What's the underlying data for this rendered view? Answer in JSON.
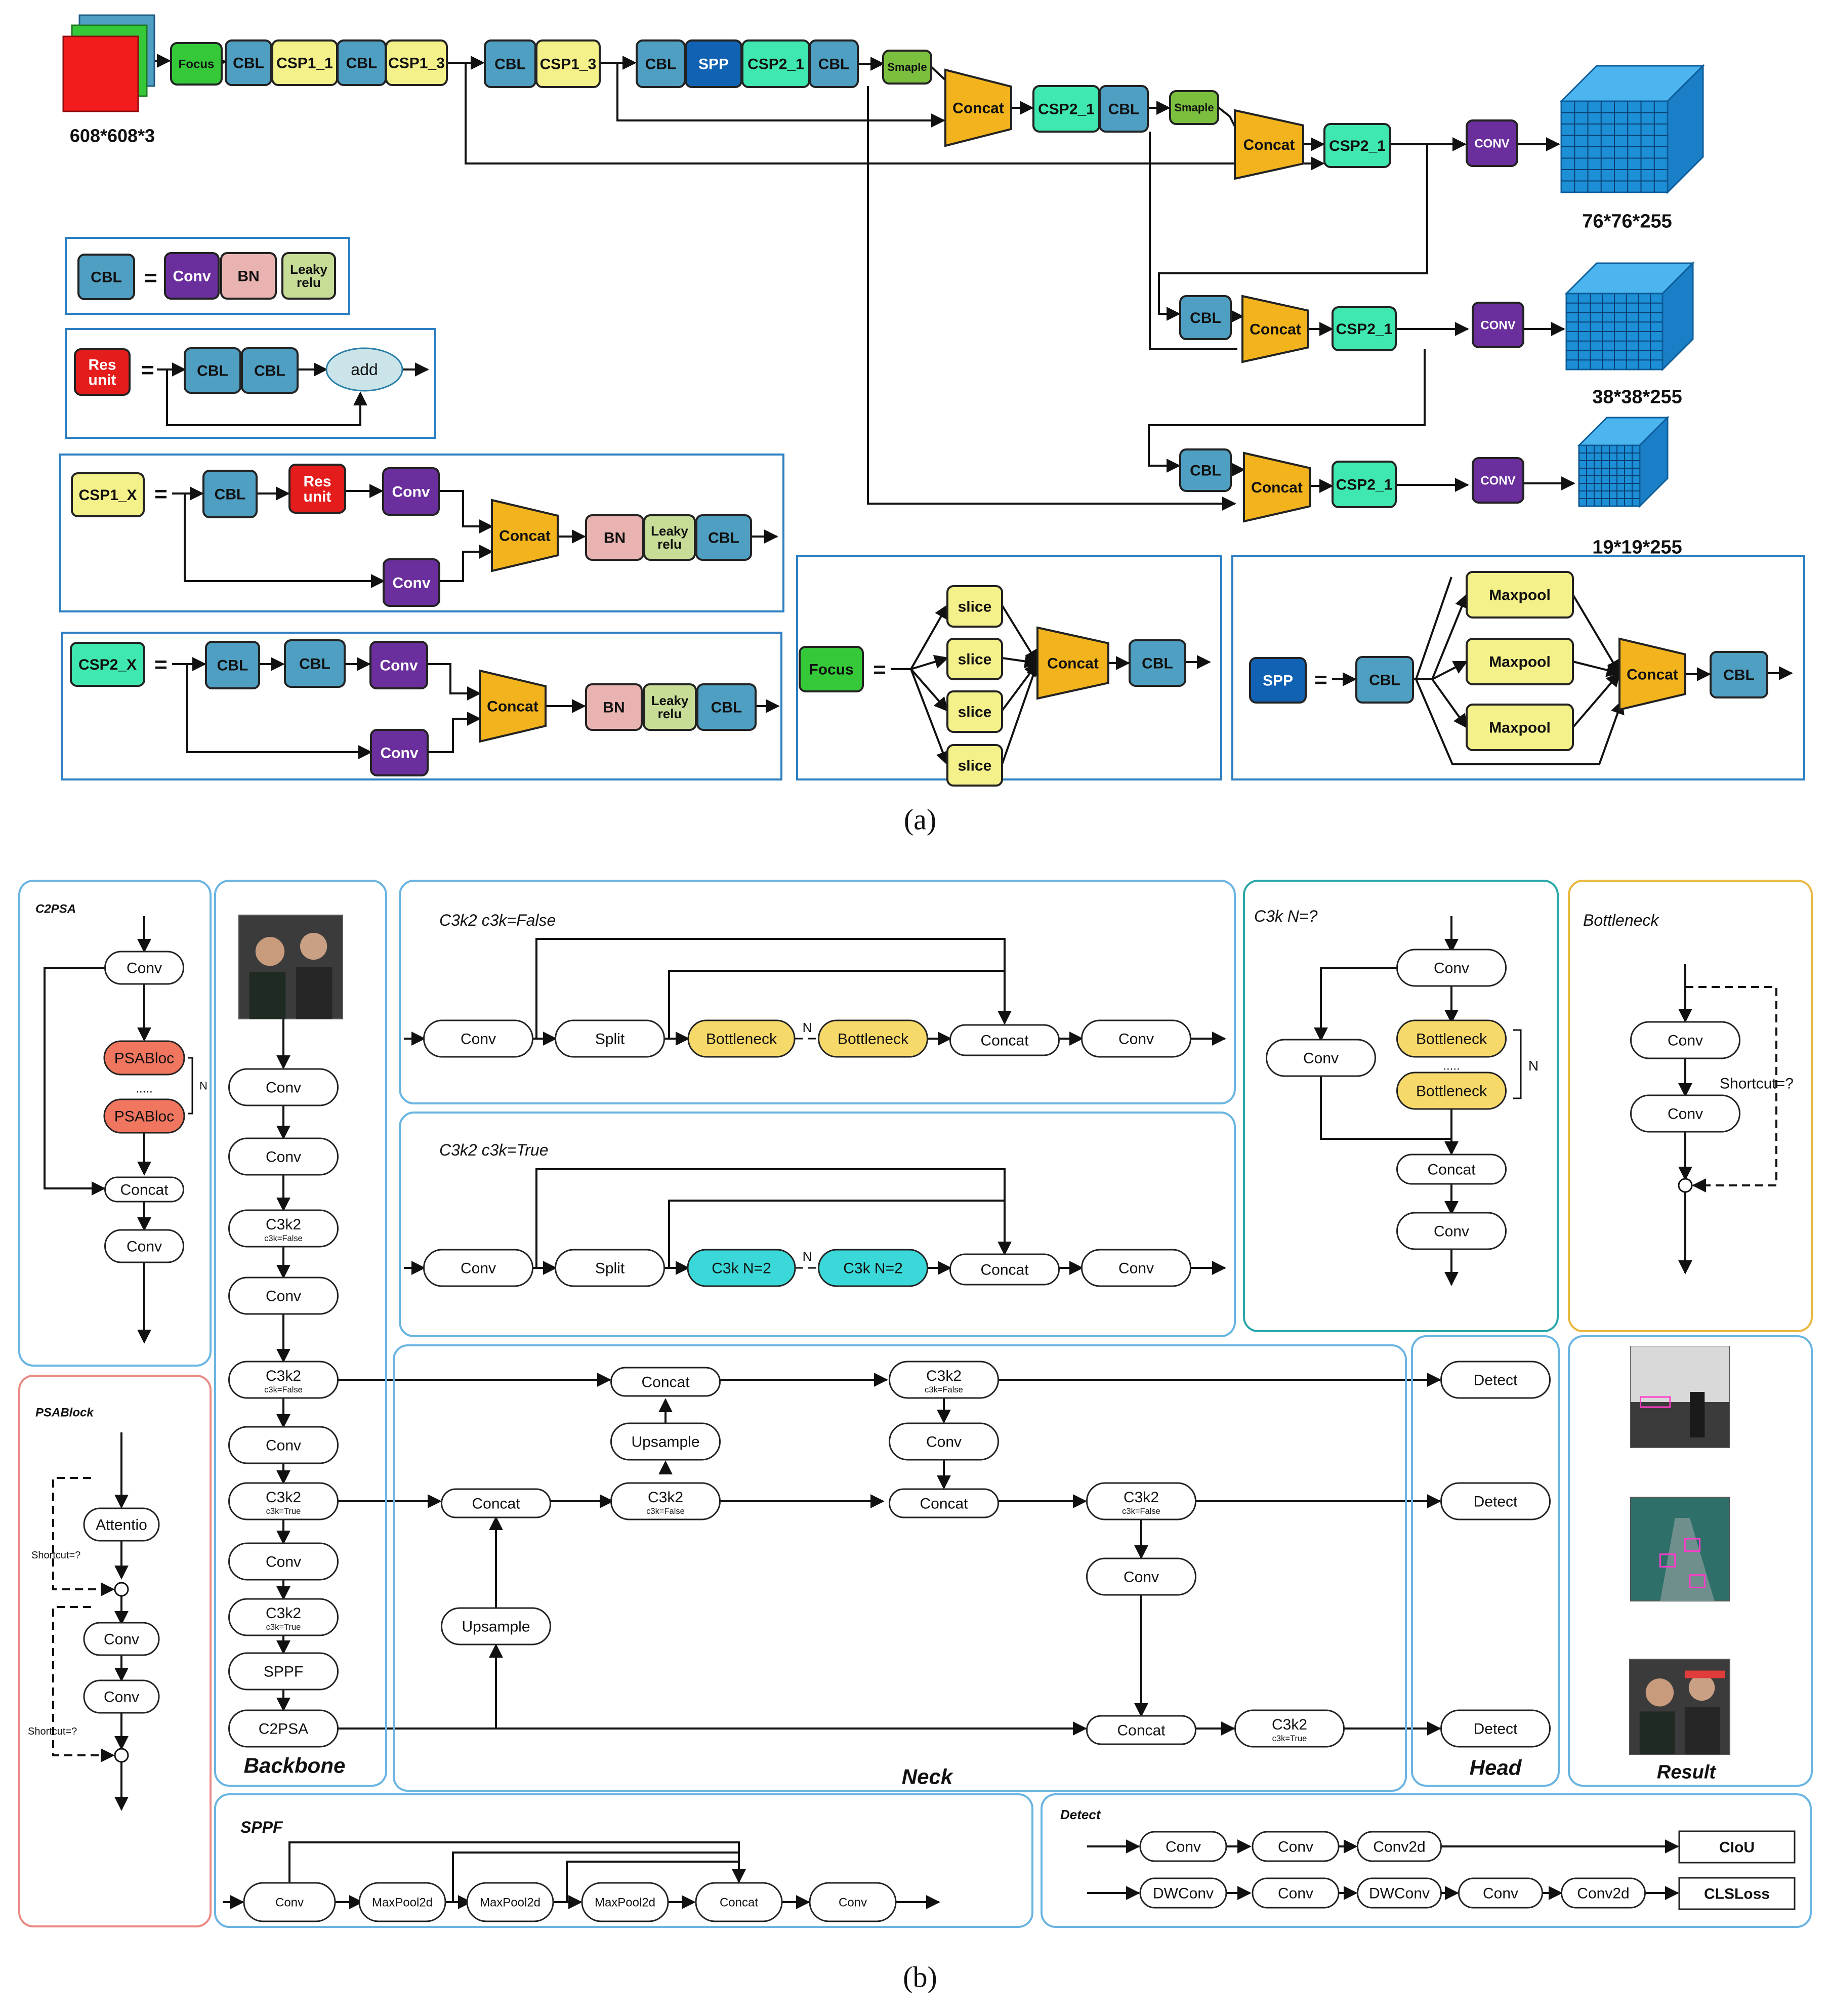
{
  "panel_a": {
    "caption": "(a)",
    "input_size": "608*608*3",
    "outputs": [
      "76*76*255",
      "38*38*255",
      "19*19*255"
    ],
    "main": {
      "focus": "Focus",
      "cbl": "CBL",
      "csp1_1": "CSP1_1",
      "csp1_3": "CSP1_3",
      "spp": "SPP",
      "csp2_1": "CSP2_1",
      "smaple": "Smaple",
      "concat": "Concat",
      "conv_upper": "CONV"
    },
    "legend": {
      "eq": "=",
      "conv": "Conv",
      "bn": "BN",
      "leaky": "Leaky relu",
      "res_unit": "Res unit",
      "add": "add",
      "csp1_x": "CSP1_X",
      "csp2_x": "CSP2_X",
      "slice": "slice",
      "maxpool": "Maxpool"
    }
  },
  "panel_b": {
    "caption": "(b)",
    "c2psa": {
      "title": "C2PSA",
      "conv": "Conv",
      "psabloc": "PSABloc",
      "dots": ".....",
      "n": "N",
      "concat": "Concat"
    },
    "psablock": {
      "title": "PSABlock",
      "attention": "Attentio",
      "shortcut": "Shortcut=?",
      "conv": "Conv"
    },
    "backbone": {
      "title": "Backbone",
      "nodes": [
        "Conv",
        "Conv",
        "C3k2",
        "Conv",
        "C3k2",
        "Conv",
        "C3k2",
        "Conv",
        "C3k2",
        "SPPF",
        "C2PSA"
      ],
      "c3k_false": "c3k=False",
      "c3k_true": "c3k=True"
    },
    "c3k2_false": {
      "title": "C3k2  c3k=False",
      "conv": "Conv",
      "split": "Split",
      "bottleneck": "Bottleneck",
      "n": "N",
      "concat": "Concat"
    },
    "c3k2_true": {
      "title": "C3k2  c3k=True",
      "c3k": "C3k  N=2"
    },
    "c3k": {
      "title": "C3k N=?",
      "conv": "Conv",
      "bottleneck": "Bottleneck",
      "dots": ".....",
      "n": "N",
      "concat": "Concat"
    },
    "bottleneck": {
      "title": "Bottleneck",
      "conv": "Conv",
      "shortcut": "Shortcut=?"
    },
    "neck": {
      "title": "Neck",
      "concat": "Concat",
      "upsample": "Upsample",
      "c3k2": "C3k2",
      "conv": "Conv"
    },
    "head": {
      "title": "Head",
      "detect": "Detect"
    },
    "result": {
      "title": "Result"
    },
    "sppf": {
      "title": "SPPF",
      "conv": "Conv",
      "maxpool": "MaxPool2d",
      "concat": "Concat"
    },
    "detect": {
      "title": "Detect",
      "conv": "Conv",
      "conv2d": "Conv2d",
      "dwconv": "DWConv",
      "ciou": "CIoU",
      "clsloss": "CLSLoss"
    }
  },
  "colors": {
    "cbl": "#4f9fc2",
    "csp1": "#f4f08a",
    "focus": "#35c93a",
    "spp": "#1262b4",
    "csp2": "#3fe8b0",
    "concat": "#f2b31c",
    "conv": "#6a2f9c",
    "bn": "#e9b3b1",
    "leaky": "#c7dc96",
    "res": "#e51c1c",
    "smaple": "#7bbf3e",
    "cube": "#1d8fd6",
    "psa": "#f0765f",
    "bottleneck": "#f7d96a",
    "c3k": "#3ad8d8",
    "box_blue": "#6ab4e2",
    "box_red": "#e98a85",
    "box_gold": "#e8b840",
    "box_a": "#2d7fc1"
  }
}
